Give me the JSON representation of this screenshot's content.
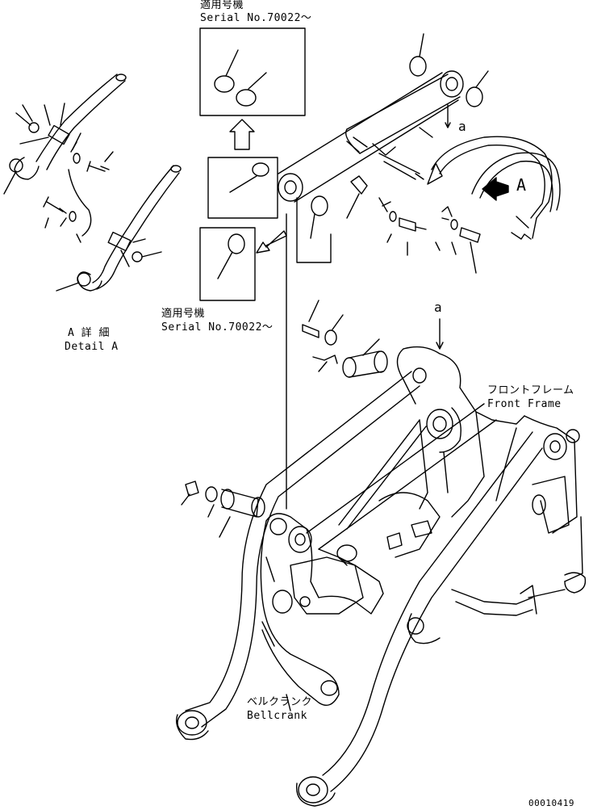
{
  "labels": {
    "serial_top_jp": "適用号機",
    "serial_top": "Serial No.70022～",
    "serial_mid_jp": "適用号機",
    "serial_mid": "Serial No.70022～",
    "detail_jp": "A 詳 細",
    "detail_en": "Detail A",
    "front_frame_jp": "フロントフレーム",
    "front_frame_en": "Front Frame",
    "bellcrank_jp": "ベルクランク",
    "bellcrank_en": "Bellcrank",
    "view_a": "A",
    "ref_a_top": "a",
    "ref_a_mid": "a",
    "drawing_number": "00010419"
  }
}
